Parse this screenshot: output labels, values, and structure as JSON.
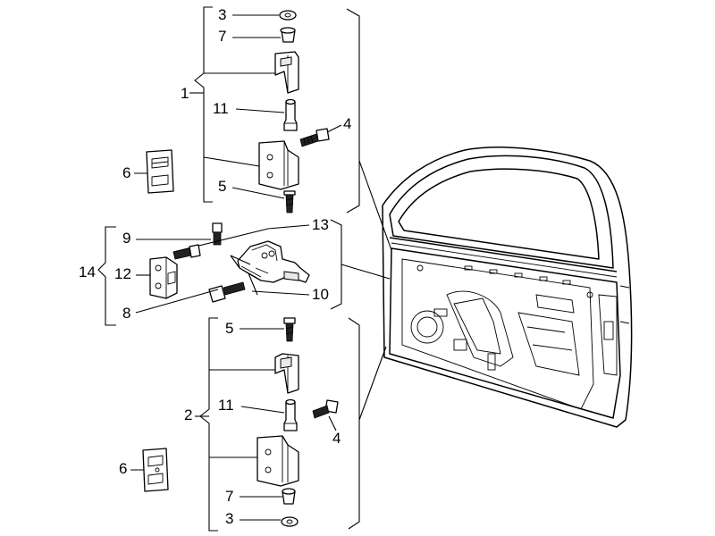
{
  "diagram": {
    "labels": {
      "top_3": "3",
      "top_7": "7",
      "top_1": "1",
      "top_11": "11",
      "top_4": "4",
      "top_6": "6",
      "top_5": "5",
      "mid_9": "9",
      "mid_13": "13",
      "mid_14": "14",
      "mid_12": "12",
      "mid_10": "10",
      "mid_8": "8",
      "bot_5": "5",
      "bot_2": "2",
      "bot_11": "11",
      "bot_4": "4",
      "bot_6": "6",
      "bot_7": "7",
      "bot_3": "3"
    }
  }
}
